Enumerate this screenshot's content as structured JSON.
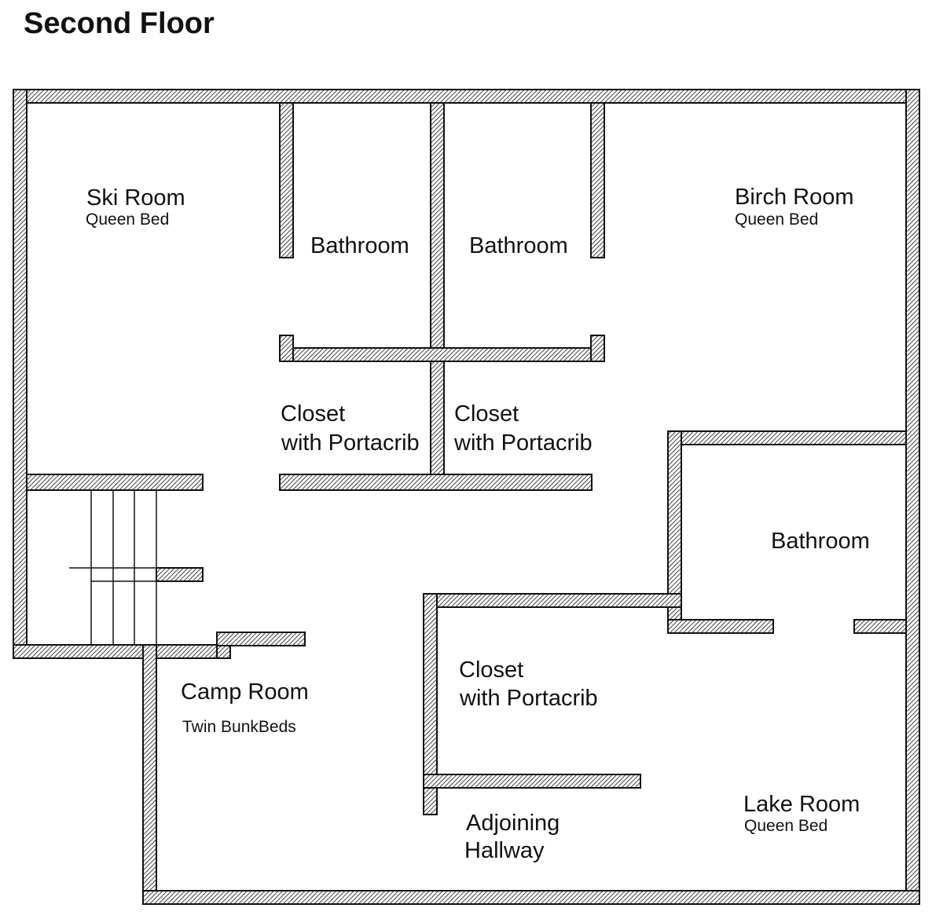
{
  "title": "Second Floor",
  "rooms": {
    "ski_room": {
      "name": "Ski Room",
      "bed": "Queen Bed"
    },
    "birch_room": {
      "name": "Birch Room",
      "bed": "Queen Bed"
    },
    "camp_room": {
      "name": "Camp Room",
      "bed": "Twin BunkBeds"
    },
    "lake_room": {
      "name": "Lake Room",
      "bed": "Queen Bed"
    },
    "bathroom_left": {
      "name": "Bathroom"
    },
    "bathroom_middle": {
      "name": "Bathroom"
    },
    "bathroom_right": {
      "name": "Bathroom"
    },
    "closet_left": {
      "line1": "Closet",
      "line2": "with Portacrib"
    },
    "closet_right": {
      "line1": "Closet",
      "line2": "with Portacrib"
    },
    "closet_lake": {
      "line1": "Closet",
      "line2": "with Portacrib"
    },
    "hallway": {
      "line1": "Adjoining",
      "line2": "Hallway"
    }
  },
  "colors": {
    "wall_stroke": "#111111",
    "wall_hatch": "#111111",
    "background": "#ffffff"
  }
}
